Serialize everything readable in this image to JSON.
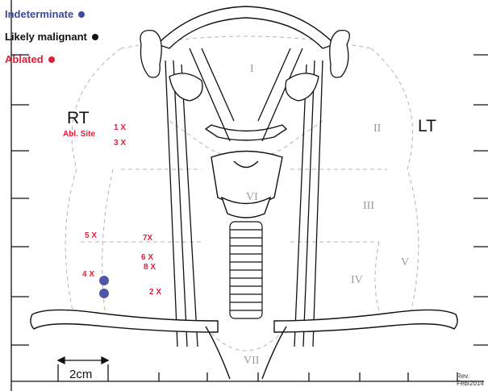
{
  "legend": {
    "indeterminate": {
      "label": "Indeterminate",
      "color": "#3d4aa0"
    },
    "likely_malignant": {
      "label": "Likely malignant",
      "color": "#111111"
    },
    "ablated": {
      "label": "Ablated",
      "color": "#e0203a"
    }
  },
  "sides": {
    "right": "RT",
    "left": "LT"
  },
  "ablation_site_label": "Abl. Site",
  "levels": [
    "I",
    "II",
    "III",
    "IV",
    "V",
    "VI",
    "VII"
  ],
  "ablation_marks": [
    {
      "label": "1 X"
    },
    {
      "label": "3 X"
    },
    {
      "label": "5 X"
    },
    {
      "label": "7X"
    },
    {
      "label": "6 X"
    },
    {
      "label": "8 X"
    },
    {
      "label": "4 X"
    },
    {
      "label": "2 X"
    }
  ],
  "scale": {
    "label": "2cm"
  },
  "revision": {
    "line1": "Rev.",
    "line2": "Feb/2014"
  }
}
